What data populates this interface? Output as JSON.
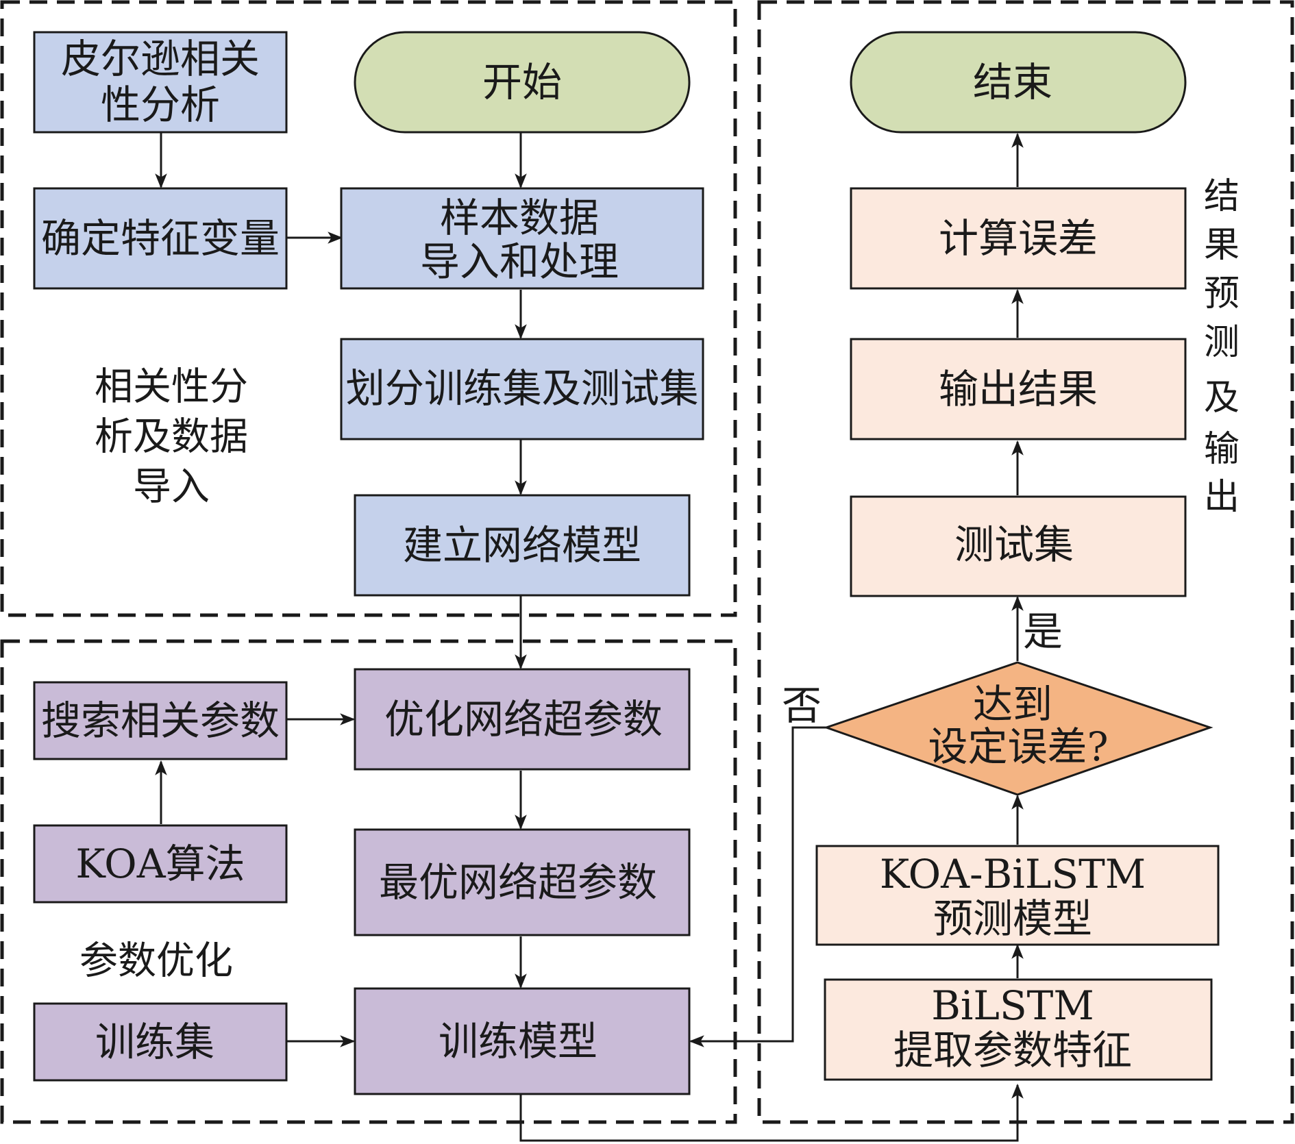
{
  "regions": {
    "correlation": "相关性分析及数据导入",
    "correlation_lines": [
      "相关性分",
      "析及数据",
      "导入"
    ],
    "params": "参数优化",
    "result": "结果预测及输出",
    "result_chars": [
      "结",
      "果",
      "预",
      "测",
      "及",
      "输",
      "出"
    ]
  },
  "nodes": {
    "pearson": [
      "皮尔逊相关",
      "性分析"
    ],
    "features": "确定特征变量",
    "start": "开始",
    "sample": [
      "样本数据",
      "导入和处理"
    ],
    "split": "划分训练集及测试集",
    "build": "建立网络模型",
    "search": "搜索相关参数",
    "koa": "KOA算法",
    "optimize": "优化网络超参数",
    "best": "最优网络超参数",
    "trainset": "训练集",
    "train": "训练模型",
    "end": "结束",
    "calc": "计算误差",
    "output": "输出结果",
    "testset": "测试集",
    "decision": [
      "达到",
      "设定误差?"
    ],
    "koabilstm": [
      "KOA-BiLSTM",
      "预测模型"
    ],
    "bilstm": [
      "BiLSTM",
      "提取参数特征"
    ]
  },
  "edge_labels": {
    "yes": "是",
    "no": "否"
  },
  "colors": {
    "blue": "#c5d1eb",
    "purple": "#c9bbd7",
    "peach": "#fce9de",
    "green": "#d3deb4",
    "orange": "#f4b483"
  }
}
